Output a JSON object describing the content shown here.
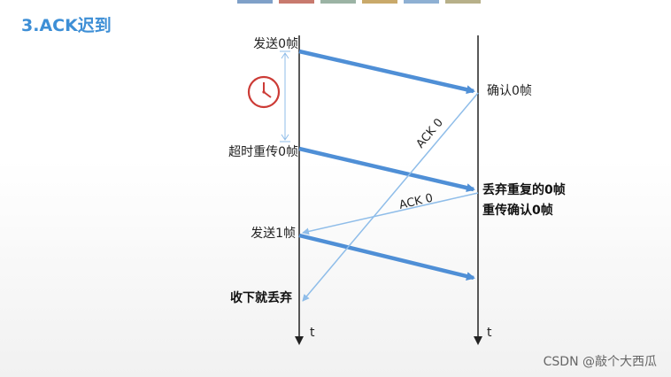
{
  "title": "3.ACK迟到",
  "top_tab_colors": [
    "#7fa0c8",
    "#c87a6e",
    "#9bb3a4",
    "#c9a96a",
    "#8eb0d3",
    "#b7b089"
  ],
  "sender_labels": {
    "send0": "发送0帧",
    "timeout_resend": "超时重传0帧",
    "send1": "发送1帧",
    "receive_discard": "收下就丢弃"
  },
  "receiver_labels": {
    "confirm0": "确认0帧",
    "discard_dup": "丢弃重复的0帧",
    "resend_confirm": "重传确认0帧"
  },
  "ack_labels": {
    "ack_first": "ACK 0",
    "ack_second": "ACK 0"
  },
  "axis_labels": {
    "sender_t": "t",
    "receiver_t": "t"
  },
  "timer_icon": "clock-icon",
  "colors": {
    "data_arrow": "#4f8fd6",
    "ack_line": "#8fbde9",
    "timer": "#cc3b36",
    "title": "#3e8fd6"
  },
  "watermark": "CSDN @敲个大西瓜"
}
